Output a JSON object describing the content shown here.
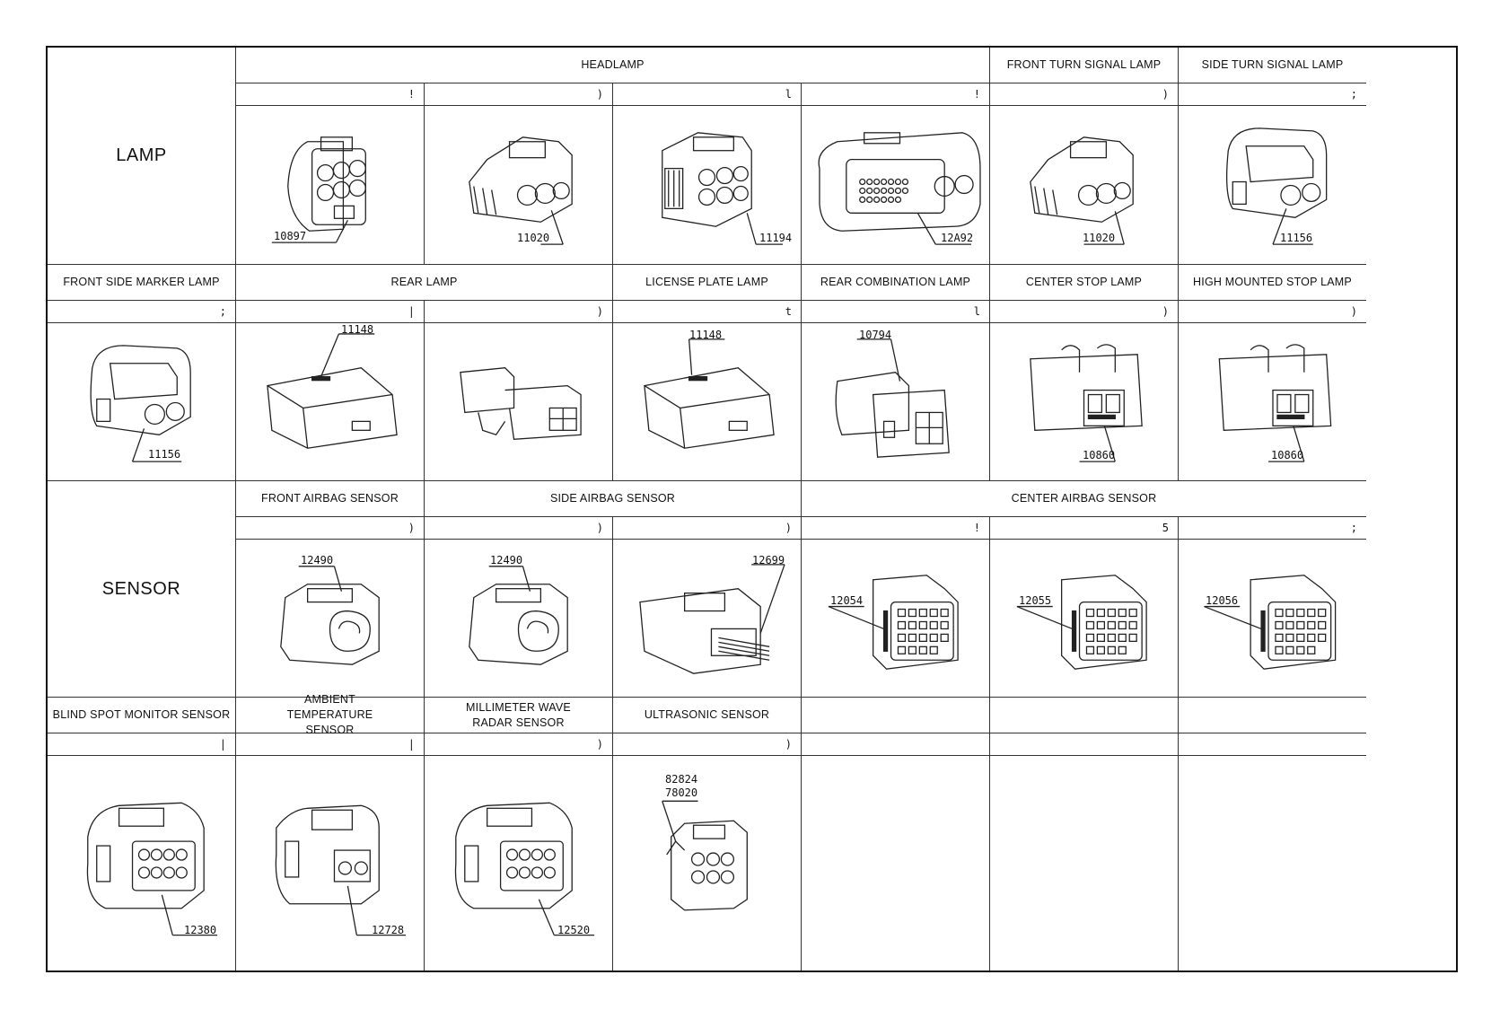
{
  "categories": {
    "lamp": "LAMP",
    "sensor": "SENSOR"
  },
  "headers": {
    "headlamp": "HEADLAMP",
    "front_turn_signal_lamp": "FRONT TURN SIGNAL LAMP",
    "side_turn_signal_lamp": "SIDE TURN SIGNAL LAMP",
    "front_side_marker_lamp": "FRONT SIDE MARKER LAMP",
    "rear_lamp": "REAR LAMP",
    "license_plate_lamp": "LICENSE PLATE LAMP",
    "rear_combination_lamp": "REAR COMBINATION LAMP",
    "center_stop_lamp": "CENTER STOP LAMP",
    "high_mounted_stop_lamp": "HIGH MOUNTED STOP LAMP",
    "front_airbag_sensor": "FRONT AIRBAG SENSOR",
    "side_airbag_sensor": "SIDE AIRBAG SENSOR",
    "center_airbag_sensor": "CENTER AIRBAG SENSOR",
    "blind_spot_monitor_sensor": "BLIND SPOT MONITOR SENSOR",
    "ambient_temperature_sensor": "AMBIENT TEMPERATURE SENSOR",
    "millimeter_wave_radar_sensor": "MILLIMETER WAVE RADAR SENSOR",
    "ultrasonic_sensor": "ULTRASONIC SENSOR"
  },
  "code_rows": {
    "row1": [
      "!",
      ")",
      "l",
      "!",
      ")",
      ";"
    ],
    "row2": [
      ";",
      "|",
      ")",
      "t",
      "l",
      ")",
      ")"
    ],
    "row3": [
      ")",
      ")",
      ")",
      "!",
      "5",
      ";"
    ],
    "row4": [
      "|",
      "|",
      ")",
      ")"
    ]
  },
  "part_numbers": {
    "row1": [
      "10897",
      "11020",
      "11194",
      "12A92",
      "11020",
      "11156"
    ],
    "row2": [
      "11156",
      "11148",
      "11148",
      "10794",
      "10860",
      "10860"
    ],
    "row3": [
      "12490",
      "12490",
      "12699",
      "12054",
      "12055",
      "12056"
    ],
    "row4": [
      "12380",
      "12728",
      "12520",
      "82824",
      "78020"
    ]
  }
}
